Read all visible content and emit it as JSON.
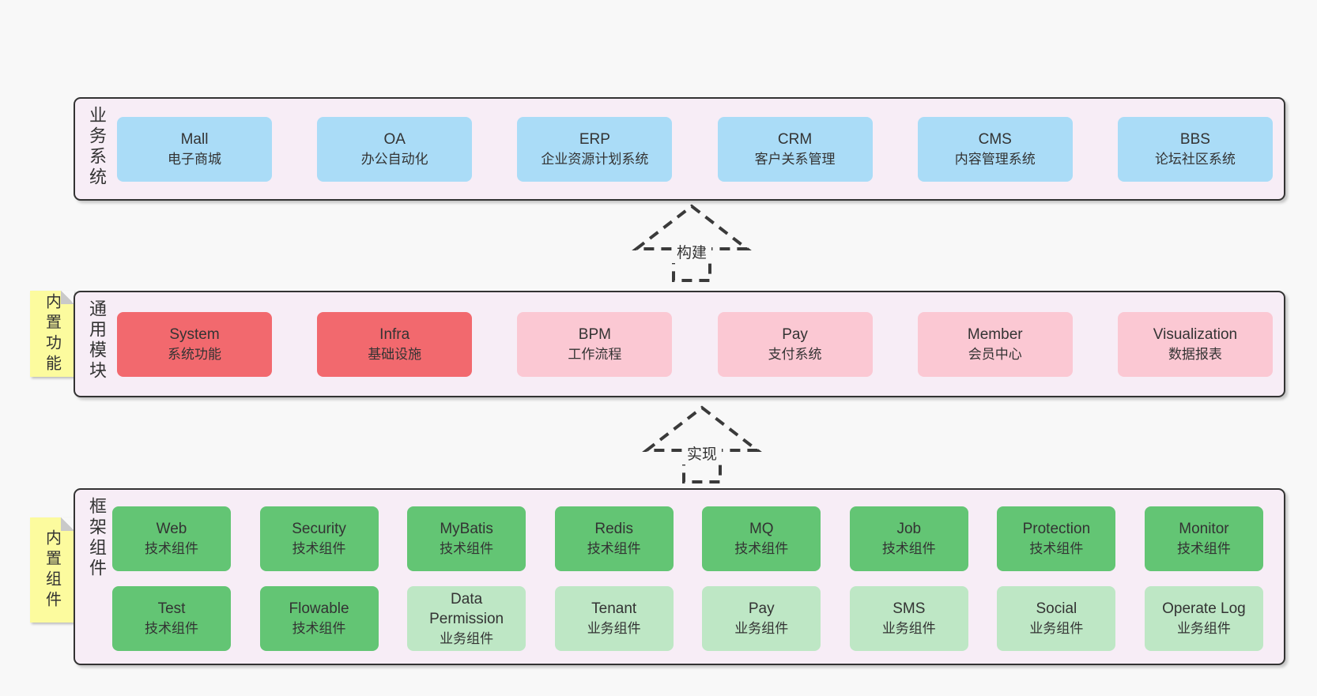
{
  "page": {
    "background": "#f8f8f8",
    "band_background": "#f7edf6",
    "border_color": "#333333"
  },
  "palette": {
    "blue": "#aadcf7",
    "red": "#f2696e",
    "pink": "#fbc8d3",
    "green": "#63c574",
    "lightgreen": "#bee7c5",
    "note_yellow": "#fcfb9e",
    "dash": "#3a3a3a",
    "text": "#333333"
  },
  "notes": [
    {
      "label": "内置功能"
    },
    {
      "label": "内置组件"
    }
  ],
  "arrows": [
    {
      "label": "构建"
    },
    {
      "label": "实现"
    }
  ],
  "bands": [
    {
      "label": "业务系统",
      "boxes": [
        {
          "title": "Mall",
          "subtitle": "电子商城",
          "color": "blue"
        },
        {
          "title": "OA",
          "subtitle": "办公自动化",
          "color": "blue"
        },
        {
          "title": "ERP",
          "subtitle": "企业资源计划系统",
          "color": "blue"
        },
        {
          "title": "CRM",
          "subtitle": "客户关系管理",
          "color": "blue"
        },
        {
          "title": "CMS",
          "subtitle": "内容管理系统",
          "color": "blue"
        },
        {
          "title": "BBS",
          "subtitle": "论坛社区系统",
          "color": "blue"
        }
      ]
    },
    {
      "label": "通用模块",
      "boxes": [
        {
          "title": "System",
          "subtitle": "系统功能",
          "color": "red"
        },
        {
          "title": "Infra",
          "subtitle": "基础设施",
          "color": "red"
        },
        {
          "title": "BPM",
          "subtitle": "工作流程",
          "color": "pink"
        },
        {
          "title": "Pay",
          "subtitle": "支付系统",
          "color": "pink"
        },
        {
          "title": "Member",
          "subtitle": "会员中心",
          "color": "pink"
        },
        {
          "title": "Visualization",
          "subtitle": "数据报表",
          "color": "pink"
        }
      ]
    },
    {
      "label": "框架组件",
      "rows": [
        [
          {
            "title": "Web",
            "subtitle": "技术组件",
            "color": "green"
          },
          {
            "title": "Security",
            "subtitle": "技术组件",
            "color": "green"
          },
          {
            "title": "MyBatis",
            "subtitle": "技术组件",
            "color": "green"
          },
          {
            "title": "Redis",
            "subtitle": "技术组件",
            "color": "green"
          },
          {
            "title": "MQ",
            "subtitle": "技术组件",
            "color": "green"
          },
          {
            "title": "Job",
            "subtitle": "技术组件",
            "color": "green"
          },
          {
            "title": "Protection",
            "subtitle": "技术组件",
            "color": "green"
          },
          {
            "title": "Monitor",
            "subtitle": "技术组件",
            "color": "green"
          }
        ],
        [
          {
            "title": "Test",
            "subtitle": "技术组件",
            "color": "green"
          },
          {
            "title": "Flowable",
            "subtitle": "技术组件",
            "color": "green"
          },
          {
            "title": "Data Permission",
            "subtitle": "业务组件",
            "color": "lightgreen"
          },
          {
            "title": "Tenant",
            "subtitle": "业务组件",
            "color": "lightgreen"
          },
          {
            "title": "Pay",
            "subtitle": "业务组件",
            "color": "lightgreen"
          },
          {
            "title": "SMS",
            "subtitle": "业务组件",
            "color": "lightgreen"
          },
          {
            "title": "Social",
            "subtitle": "业务组件",
            "color": "lightgreen"
          },
          {
            "title": "Operate Log",
            "subtitle": "业务组件",
            "color": "lightgreen"
          }
        ]
      ]
    }
  ]
}
